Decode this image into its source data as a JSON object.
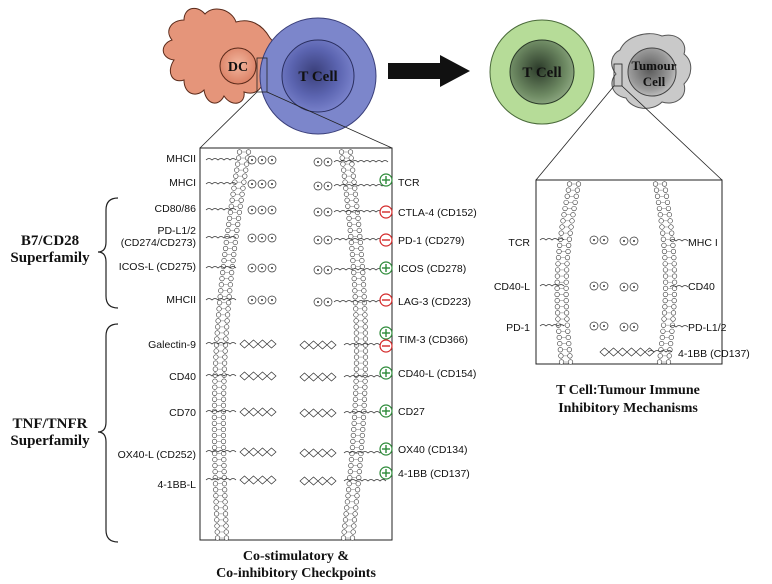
{
  "top": {
    "dc_label": "DC",
    "tcell_label": "T Cell",
    "tcell2_label": "T Cell",
    "tumour_label_1": "Tumour",
    "tumour_label_2": "Cell"
  },
  "left_panel": {
    "left_labels": [
      "MHCII",
      "MHCI",
      "CD80/86",
      "PD-L1/2",
      "(CD274/CD273)",
      "ICOS-L (CD275)",
      "MHCII",
      "Galectin-9",
      "CD40",
      "CD70",
      "OX40-L (CD252)",
      "4-1BB-L"
    ],
    "right_labels": [
      "TCR",
      "CTLA-4 (CD152)",
      "PD-1 (CD279)",
      "ICOS (CD278)",
      "LAG-3 (CD223)",
      "TIM-3 (CD366)",
      "CD40-L (CD154)",
      "CD27",
      "OX40 (CD134)",
      "4-1BB (CD137)"
    ],
    "signs": [
      "+",
      "−",
      "−",
      "+",
      "−",
      "+",
      "−",
      "+",
      "+",
      "+",
      "+"
    ],
    "caption_1": "Co-stimulatory &",
    "caption_2": "Co-inhibitory Checkpoints"
  },
  "families": {
    "b7_1": "B7/CD28",
    "b7_2": "Superfamily",
    "tnf_1": "TNF/TNFR",
    "tnf_2": "Superfamily"
  },
  "right_panel": {
    "left_labels": [
      "TCR",
      "CD40-L",
      "PD-1"
    ],
    "right_labels": [
      "MHC I",
      "CD40",
      "PD-L1/2",
      "4-1BB (CD137)"
    ],
    "caption_1": "T Cell:Tumour Immune",
    "caption_2": "Inhibitory Mechanisms"
  },
  "colors": {
    "dc": "#e08f73",
    "tcell_blue": "#6e79c4",
    "tcell_green": "#a8d489",
    "tumour": "#b8b8b8",
    "plus": "#2e8b3a",
    "minus": "#d42a2a"
  }
}
